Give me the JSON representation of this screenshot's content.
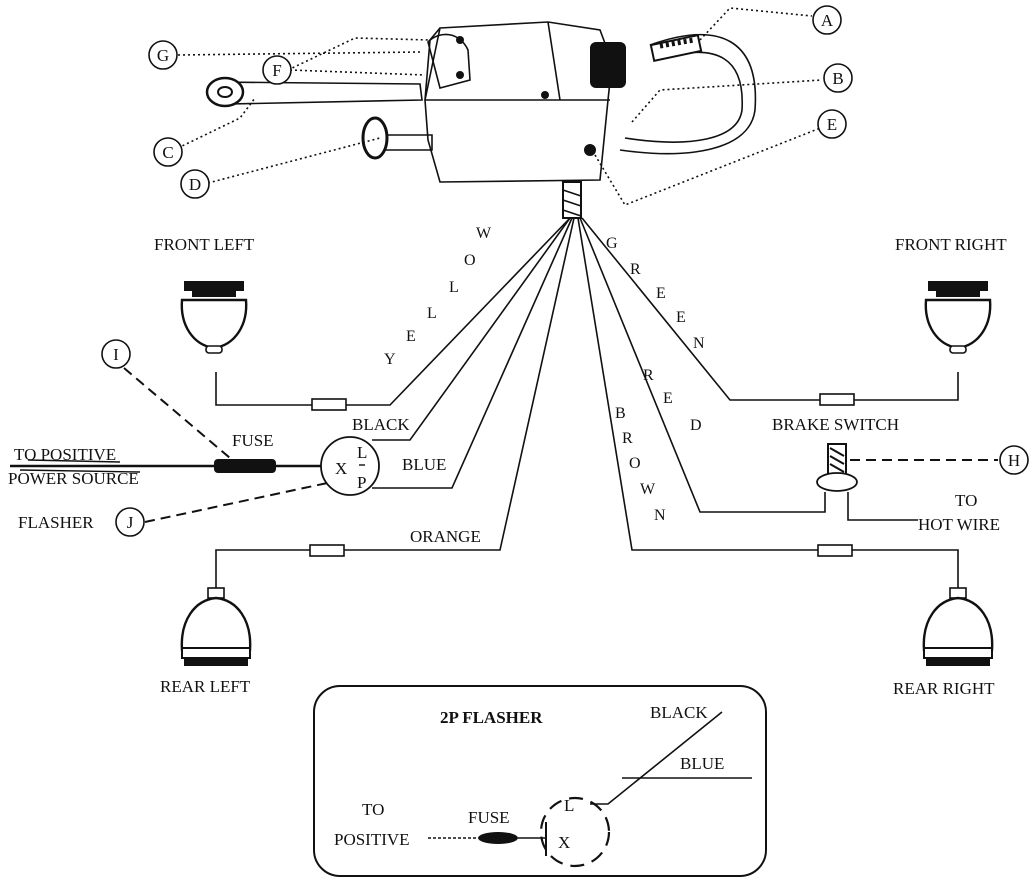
{
  "lamps": {
    "front_left": "FRONT LEFT",
    "front_right": "FRONT RIGHT",
    "rear_left": "REAR LEFT",
    "rear_right": "REAR RIGHT"
  },
  "wire_colors": {
    "yellow": [
      "Y",
      "E",
      "L",
      "L",
      "O",
      "W"
    ],
    "green": [
      "G",
      "R",
      "E",
      "E",
      "N"
    ],
    "red": [
      "R",
      "E",
      "D"
    ],
    "brown": [
      "B",
      "R",
      "O",
      "W",
      "N"
    ],
    "black": "BLACK",
    "blue": "BLUE",
    "orange": "ORANGE"
  },
  "callouts": [
    "A",
    "B",
    "C",
    "D",
    "E",
    "F",
    "G",
    "H",
    "I",
    "J"
  ],
  "power": {
    "to_positive": "TO POSITIVE",
    "power_source": "POWER SOURCE",
    "fuse": "FUSE",
    "flasher": "FLASHER"
  },
  "flasher_terminals": {
    "x": "X",
    "l": "L",
    "p": "P"
  },
  "brake": {
    "switch": "BRAKE SWITCH",
    "to": "TO",
    "hot_wire": "HOT WIRE"
  },
  "inset": {
    "title": "2P FLASHER",
    "black": "BLACK",
    "blue": "BLUE",
    "to": "TO",
    "positive": "POSITIVE",
    "fuse": "FUSE",
    "terminal_l": "L",
    "terminal_x": "X"
  }
}
